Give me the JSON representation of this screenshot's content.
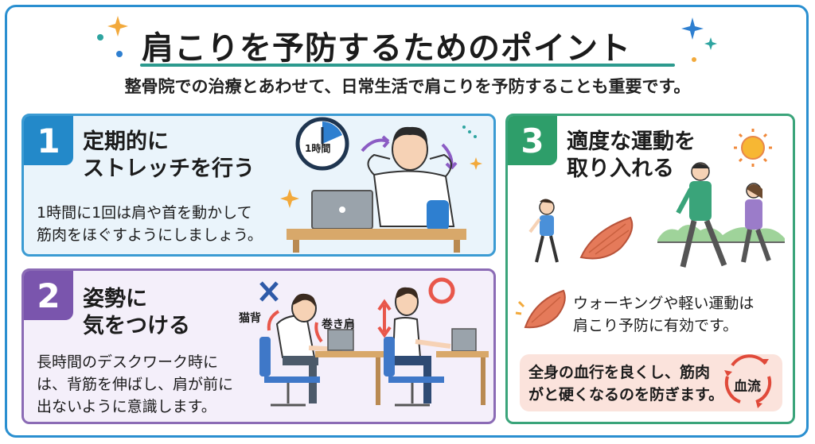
{
  "header": {
    "title": "肩こりを予防するためのポイント",
    "subtitle": "整骨院での治療とあわせて、日常生活で肩こりを予防することも重要です。"
  },
  "card1": {
    "number": "1",
    "heading_line1": "定期的に",
    "heading_line2": "ストレッチを行う",
    "body_line1": "1時間に1回は肩や首を動かして",
    "body_line2": "筋肉をほぐすようにしましょう。",
    "clock_label": "1時間"
  },
  "card2": {
    "number": "2",
    "heading_line1": "姿勢に",
    "heading_line2": "気をつける",
    "body_line1": "長時間のデスクワーク時に",
    "body_line2": "は、背筋を伸ばし、肩が前に",
    "body_line3": "出ないように意識します。",
    "label_nekoze": "猫背",
    "label_makigata": "巻き肩"
  },
  "card3": {
    "number": "3",
    "heading_line1": "適度な運動を",
    "heading_line2": "取り入れる",
    "body_line1": "ウォーキングや軽い運動は",
    "body_line2": "肩こり予防に有効です。",
    "pill_line1": "全身の血行を良くし、筋肉",
    "pill_line2": "がと硬くなるのを防ぎます。",
    "blood_label": "血流"
  },
  "colors": {
    "frame": "#2a8fd0",
    "card1": "#2389c9",
    "card2": "#7a55ad",
    "card3": "#2e9e6a",
    "accent_teal": "#2c9a8e"
  },
  "icons": [
    "sparkle-icon",
    "clock-icon",
    "laptop-icon",
    "x-mark-icon",
    "circle-mark-icon",
    "sun-icon",
    "muscle-icon",
    "cycle-arrows-icon"
  ]
}
